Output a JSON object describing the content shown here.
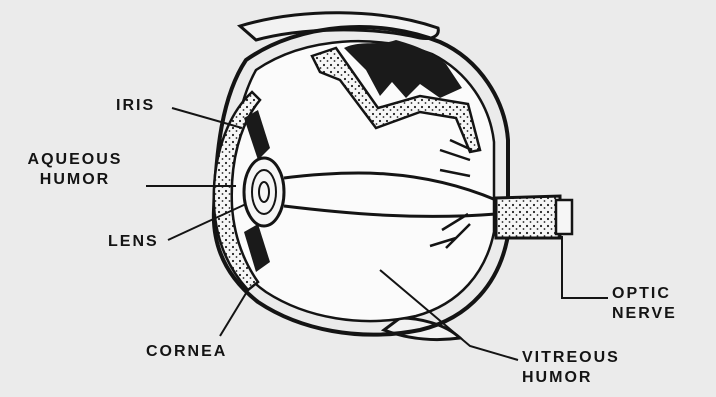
{
  "labels": {
    "iris": "IRIS",
    "aqueous_humor": [
      "AQUEOUS",
      "HUMOR"
    ],
    "lens": "LENS",
    "cornea": "CORNEA",
    "optic_nerve": [
      "OPTIC",
      "NERVE"
    ],
    "vitreous_humor": [
      "VITREOUS",
      "HUMOR"
    ]
  },
  "colors": {
    "background": "#ebebeb",
    "ink": "#141414",
    "tissue_fill": "#f6f6f6"
  }
}
